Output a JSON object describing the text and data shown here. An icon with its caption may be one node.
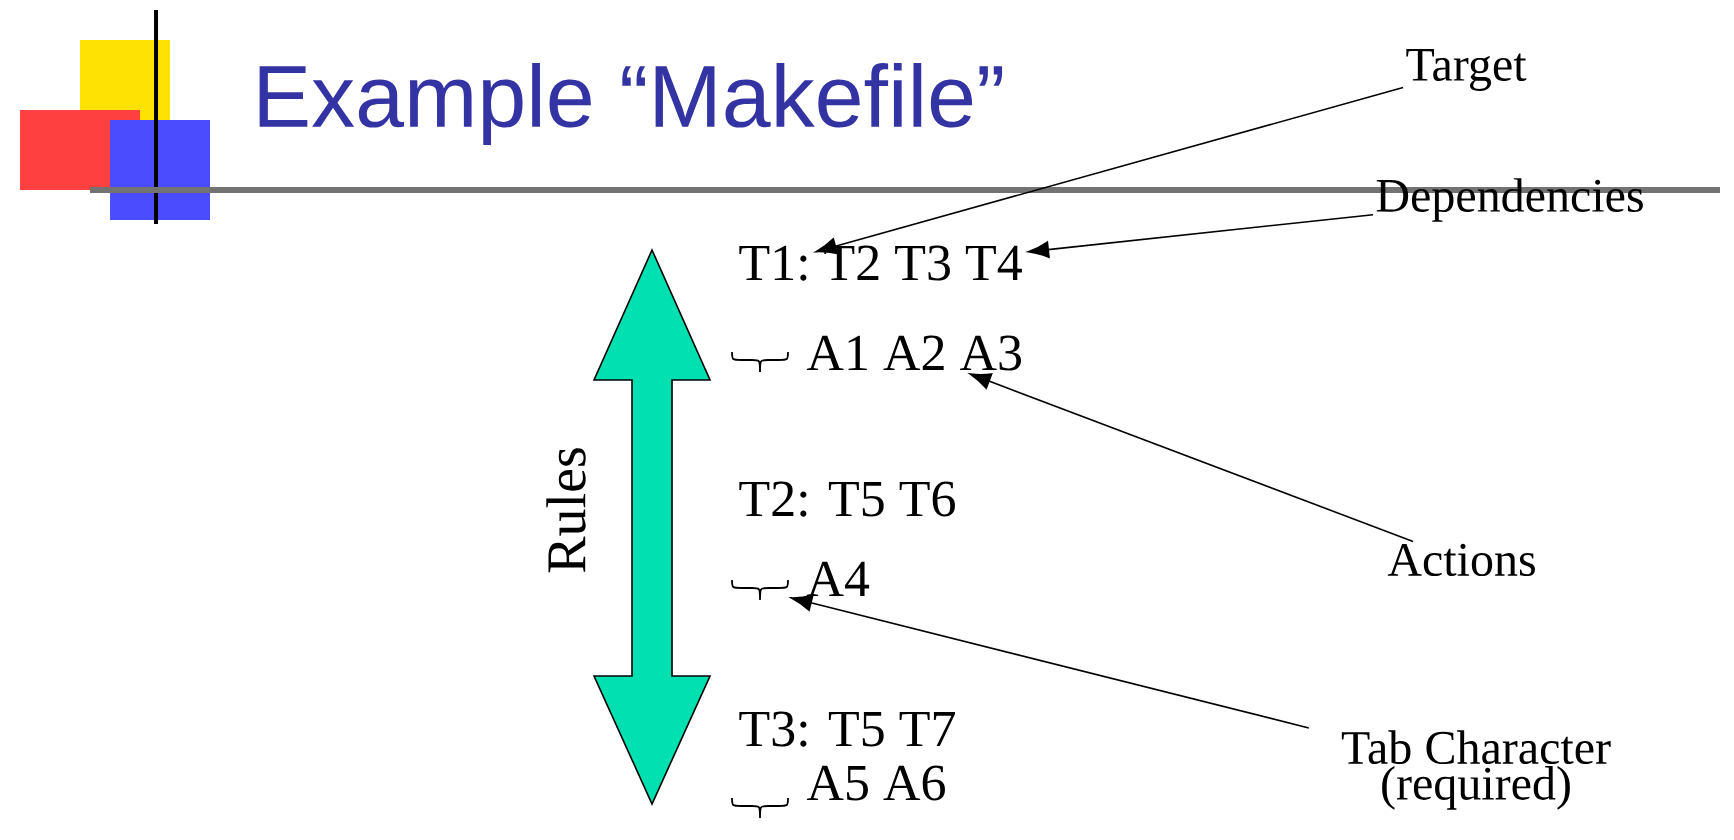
{
  "diagram": {
    "title": "Example “Makefile”",
    "nodes": [
      {
        "text": [
          "Target"
        ]
      },
      {
        "text": [
          "Dependencies"
        ]
      },
      {
        "text": [
          "Actions"
        ]
      },
      {
        "text": [
          "Tab Character (required)"
        ]
      },
      {
        "text": [
          "T1:"
        ]
      },
      {
        "text": [
          "T2 T3 T4"
        ]
      },
      {
        "text": [
          "A1 A2 A3"
        ]
      },
      {
        "text": [],
        "shape": "brace"
      },
      {
        "text": [
          "A4"
        ]
      }
    ],
    "edges": [
      {
        "from": 0,
        "to": 4,
        "arrow": "to"
      },
      {
        "from": 1,
        "to": 5,
        "arrow": "to"
      },
      {
        "from": 2,
        "to": 6,
        "arrow": "to"
      },
      {
        "from": 3,
        "to": 7,
        "arrow": "to"
      }
    ],
    "labels": [
      "T2: T5 T6",
      "Rules",
      "T3: T5 T7",
      "A5 A6"
    ]
  }
}
